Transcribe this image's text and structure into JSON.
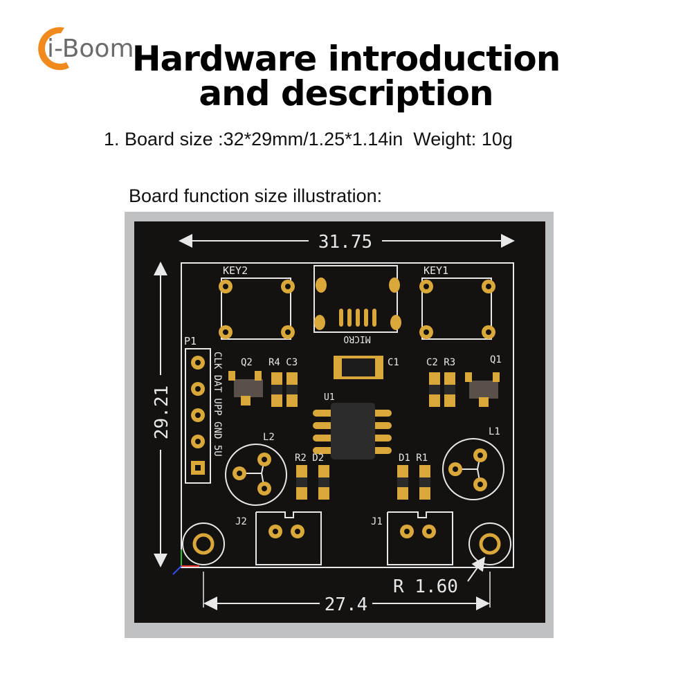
{
  "logo": {
    "text": "i-Boom",
    "orange": "#f08a1c"
  },
  "title": {
    "line1": "Hardware introduction",
    "line2": "and description"
  },
  "board_size_line": "1. Board size :32*29mm/1.25*1.14in  Weight: 10g",
  "illustration_label": "Board function size illustration:",
  "pcb": {
    "dim_top": "31.75",
    "dim_left": "29.21",
    "dim_bottom": "27.4",
    "dim_radius": "R 1.60",
    "labels": {
      "key2": "KEY2",
      "key1": "KEY1",
      "micro": "MICRO",
      "p1": "P1",
      "pins": "CLK DAT UPP GND 5U",
      "q2": "Q2",
      "r4c3": "R4 C3",
      "c1": "C1",
      "c2r3": "C2 R3",
      "q1": "Q1",
      "u1": "U1",
      "l2": "L2",
      "l1": "L1",
      "r2d2": "R2 D2",
      "d1r1": "D1 R1",
      "j2": "J2",
      "j1": "J1"
    },
    "colors": {
      "board": "#141210",
      "silk": "#e8e8e8",
      "gold": "#d9a73a",
      "frame": "#bfc1c2"
    }
  }
}
